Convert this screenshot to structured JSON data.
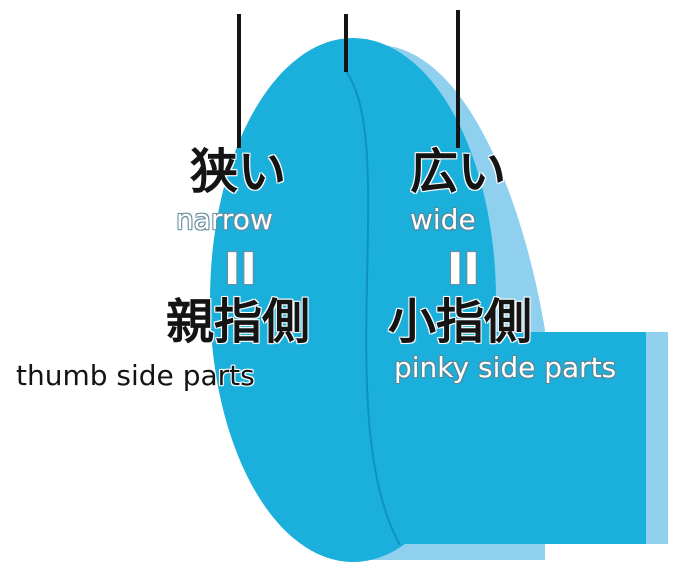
{
  "labels": {
    "narrow_jp": "狭い",
    "narrow_en": "narrow",
    "wide_jp": "広い",
    "wide_en": "wide",
    "equals": "II",
    "thumb_jp": "親指側",
    "thumb_en": "thumb side parts",
    "pinky_jp": "小指側",
    "pinky_en": "pinky side parts"
  },
  "colors": {
    "body": "#1ab0db",
    "edge": "#8fd0ef",
    "outline": "#0e93bd",
    "lines": "#141414"
  }
}
